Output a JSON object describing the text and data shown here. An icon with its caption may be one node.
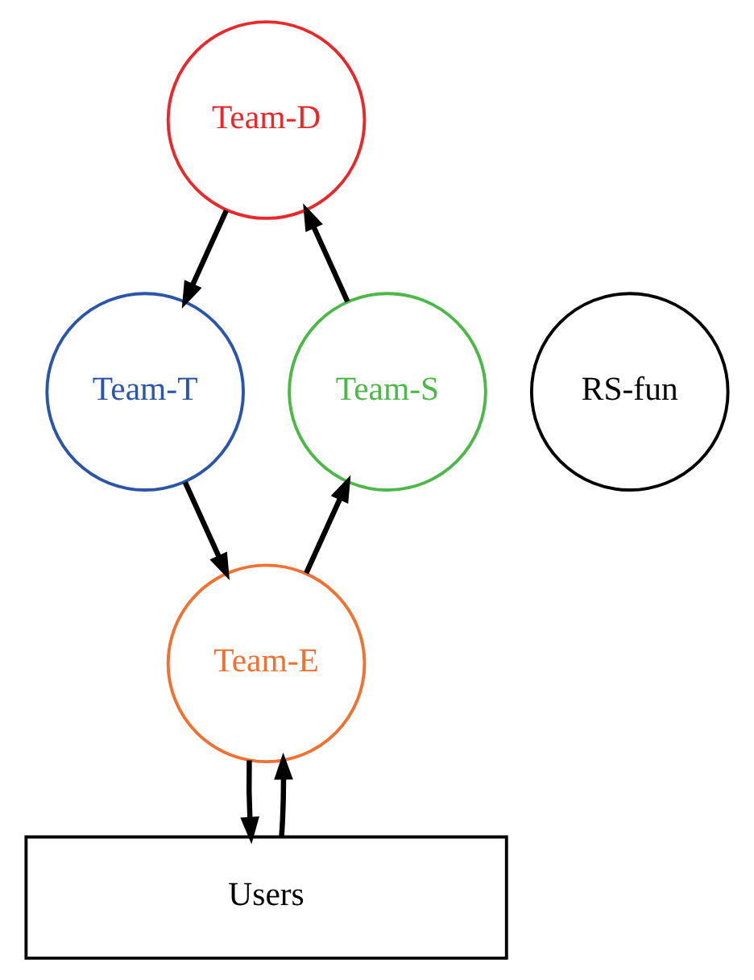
{
  "diagram": {
    "nodes": [
      {
        "text": [
          "Team-D"
        ]
      },
      {
        "text": [
          "Team-S"
        ]
      },
      {
        "text": [
          "RS-fun"
        ]
      },
      {
        "text": [
          "Team-T"
        ]
      },
      {
        "text": [
          "Team-E"
        ]
      },
      {
        "text": [
          "Users"
        ]
      }
    ],
    "edges": [
      {
        "from": 1,
        "to": 0,
        "arrow": "to"
      },
      {
        "from": 0,
        "to": 3,
        "arrow": "to"
      },
      {
        "from": 3,
        "to": 4,
        "arrow": "to"
      },
      {
        "from": 4,
        "to": 1,
        "arrow": "to"
      },
      {
        "from": 4,
        "to": 5,
        "arrow": "to"
      },
      {
        "from": 5,
        "to": 4,
        "arrow": "to"
      }
    ]
  }
}
